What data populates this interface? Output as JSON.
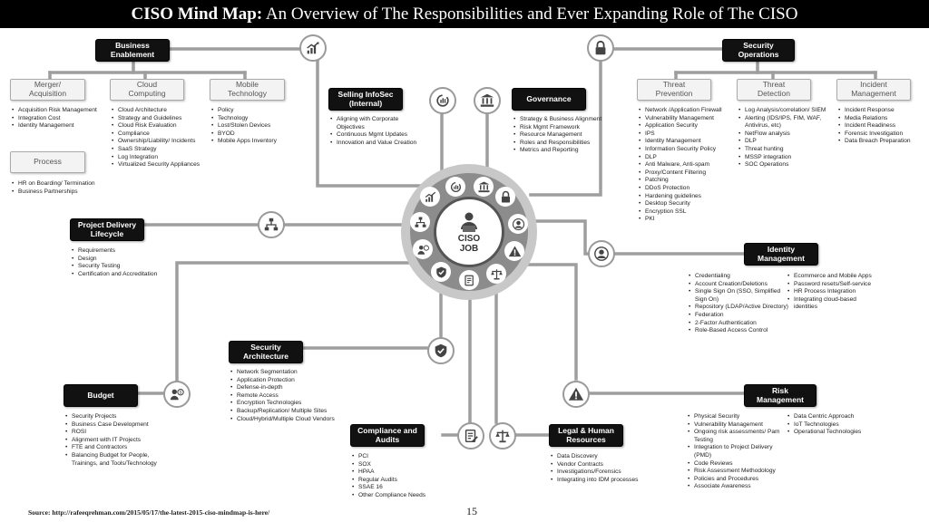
{
  "title": {
    "bold": "CISO Mind Map:",
    "rest": " An Overview of The Responsibilities and Ever Expanding Role of The CISO"
  },
  "hub": {
    "title": "CISO\nJOB"
  },
  "business_enablement": {
    "label": "Business\nEnablement",
    "merger": {
      "label": "Merger/\nAcquisition",
      "items": [
        "Acquisition Risk Management",
        "Integration Cost",
        "Identity Management"
      ]
    },
    "cloud": {
      "label": "Cloud\nComputing",
      "items": [
        "Cloud Architecture",
        "Strategy and Guidelines",
        "Cloud Risk Evaluation",
        "Compliance",
        "Ownership/Liability/ Incidents",
        "SaaS Strategy",
        "Log Integration",
        "Virtualized Security Appliances"
      ]
    },
    "mobile": {
      "label": "Mobile\nTechnology",
      "items": [
        "Policy",
        "Technology",
        "Lost/Stolen Devices",
        "BYOD",
        "Mobile Apps Inventory"
      ]
    },
    "process": {
      "label": "Process",
      "items": [
        "HR on Boarding/ Termination",
        "Business Partnerships"
      ]
    }
  },
  "selling": {
    "label": "Selling InfoSec\n(Internal)",
    "items": [
      "Aligning with Corporate Objectives",
      "Continuous Mgmt Updates",
      "Innovation and Value Creation"
    ]
  },
  "governance": {
    "label": "Governance",
    "items": [
      "Strategy & Business Alignment",
      "Risk Mgmt Framework",
      "Resource Management",
      "Roles and Responsibilities",
      "Metrics and Reporting"
    ]
  },
  "security_operations": {
    "label": "Security\nOperations",
    "threat_prevention": {
      "label": "Threat\nPrevention",
      "items": [
        "Network /Application Firewall",
        "Vulnerability Management",
        "Application Security",
        "IPS",
        "Identity Management",
        "Information Security Policy",
        "DLP",
        "Anti Malware, Anti-spam",
        "Proxy/Content Filtering",
        "Patching",
        "DDoS Protection",
        "Hardening guidelines",
        "Desktop Security",
        "Encryption SSL",
        "PKI"
      ]
    },
    "threat_detection": {
      "label": "Threat\nDetection",
      "items": [
        "Log Analysis/correlation/ SIEM",
        "Alerting (IDS/IPS, FIM, WAF, Antivirus, etc)",
        "NetFlow analysis",
        "DLP",
        "Threat hunting",
        "MSSP integration",
        "SOC Operations"
      ]
    },
    "incident_management": {
      "label": "Incident\nManagement",
      "items": [
        "Incident Response",
        "Media Relations",
        "Incident Readiness",
        "Forensic Investigation",
        "Data Breach Preparation"
      ]
    }
  },
  "project_delivery": {
    "label": "Project Delivery\nLifecycle",
    "items": [
      "Requirements",
      "Design",
      "Security Testing",
      "Certification and Accreditation"
    ]
  },
  "identity_management": {
    "label": "Identity\nManagement",
    "col1": [
      "Credentialing",
      "Account Creation/Deletions",
      "Single Sign On (SSO, Simplified Sign On)",
      "Repository (LDAP/Active Directory)",
      "Federation",
      "2-Factor Authentication",
      "Role-Based Access Control"
    ],
    "col2": [
      "Ecommerce and Mobile Apps",
      "Password resets/Self-service",
      "HR Process Integration",
      "Integrating cloud-based identities"
    ]
  },
  "security_architecture": {
    "label": "Security\nArchitecture",
    "items": [
      "Network Segmentation",
      "Application Protection",
      "Defense-in-depth",
      "Remote Access",
      "Encryption Technologies",
      "Backup/Replication/ Multiple Sites",
      "Cloud/Hybrid/Multiple Cloud Vendors"
    ]
  },
  "budget": {
    "label": "Budget",
    "items": [
      "Security Projects",
      "Business Case Development",
      "ROSI",
      "Alignment with IT Projects",
      "FTE and Contractors",
      "Balancing Budget for People, Trainings, and Tools/Technology"
    ]
  },
  "risk_management": {
    "label": "Risk\nManagement",
    "col1": [
      "Physical Security",
      "Vulnerability Management",
      "Ongoing risk assessments/ Pam Testing",
      "Integration to Project Delivery (PMD)",
      "Code Reviews",
      "Risk Assessment Methodology",
      "Policies and Procedures",
      "Associate Awareness"
    ],
    "col2": [
      "Data Centric Approach",
      "IoT Technologies",
      "Operational Technologies"
    ]
  },
  "compliance": {
    "label": "Compliance and\nAudits",
    "items": [
      "PCI",
      "SOX",
      "HPAA",
      "Regular Audits",
      "SSAE 16",
      "Other Compliance Needs"
    ]
  },
  "legal": {
    "label": "Legal & Human\nResources",
    "items": [
      "Data Discovery",
      "Vendor Contracts",
      "Investigations/Forensics",
      "Integrating into IDM processes"
    ]
  },
  "footer": {
    "source": "Source: http://rafeeqrehman.com/2015/05/17/the-latest-2015-ciso-mindmap-is-here/",
    "page": "15"
  },
  "colors": {
    "connector": "#9e9e9e",
    "block": "#111111",
    "title_bar": "#000000"
  }
}
